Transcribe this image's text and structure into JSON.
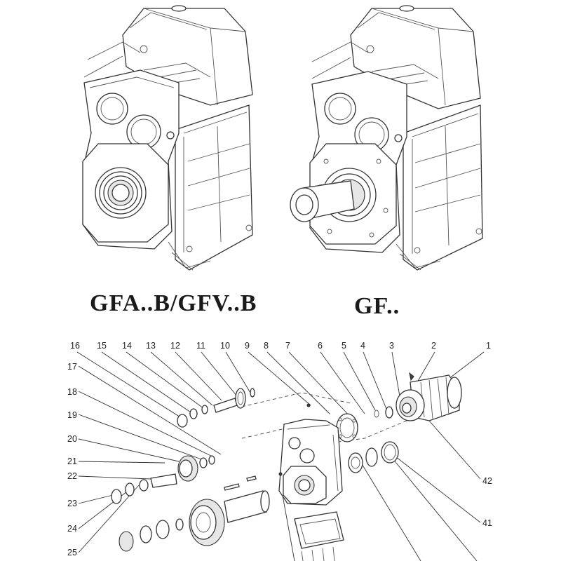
{
  "captions": {
    "left_model": "GFA..B/GFV..B",
    "right_model": "GF.."
  },
  "part_numbers": {
    "top_row": [
      "16",
      "15",
      "14",
      "13",
      "12",
      "11",
      "10",
      "9",
      "8",
      "7",
      "6",
      "5",
      "4",
      "3",
      "2",
      "1"
    ],
    "left_column": [
      "17",
      "18",
      "19",
      "20",
      "21",
      "22",
      "23",
      "24",
      "25"
    ],
    "right_side": [
      "42",
      "41"
    ]
  }
}
